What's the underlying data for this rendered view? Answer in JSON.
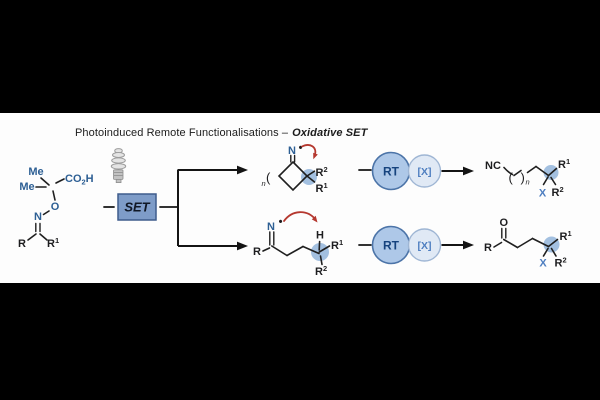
{
  "title": {
    "regular": "Photoinduced Remote Functionalisations –",
    "emphasis": "Oxidative SET"
  },
  "activation": {
    "set_label": "SET"
  },
  "conditions": {
    "temperature": "RT",
    "oxidant": "[X]"
  },
  "labels": {
    "me": "Me",
    "co": "CO",
    "two": "2",
    "one": "1",
    "h": "H",
    "o": "O",
    "n": "N",
    "r": "R",
    "x": "X",
    "nc": "NC",
    "n_index": "n",
    "paren_open": "(",
    "paren_close": ")",
    "radical_dot": "•"
  },
  "colors": {
    "background": "#000000",
    "panel": "#fdfdfd",
    "bond": "#1f1f1f",
    "atom_blue": "#2d5f94",
    "atom_light_blue": "#4e7ec0",
    "set_box_fill": "#7e9cc8",
    "set_box_border": "#3f5c8c",
    "rt_circle_fill": "#aec8e8",
    "rt_circle_border": "#4c74a8",
    "oxidant_circle_fill": "#e0e9f5",
    "oxidant_circle_border": "#9fb6d4",
    "highlight_circle": "#93b5da",
    "red_arrow": "#b5382f"
  }
}
